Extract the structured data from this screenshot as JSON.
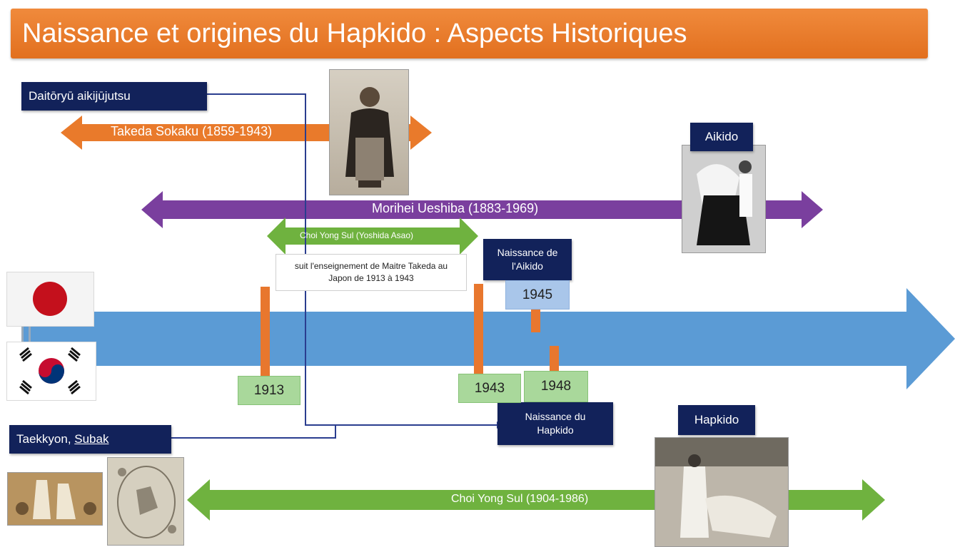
{
  "title": "Naissance et origines du Hapkido : Aspects Historiques",
  "labels": {
    "daito": "Daitōryū aikijūjutsu",
    "aikido": "Aikido",
    "taekkyon_prefix": "Taekkyon, ",
    "taekkyon_link": "Subak",
    "hapkido": "Hapkido",
    "naissance_aikido": "Naissance de l'Aikido",
    "naissance_hapkido": "Naissance du Hapkido"
  },
  "arrows": {
    "takeda": "Takeda Sokaku (1859-1943)",
    "ueshiba": "Morihei Ueshiba (1883-1969)",
    "choi_short": "Choi Yong Sul (Yoshida Asao)",
    "choi_long": "Choi Yong Sul (1904-1986)"
  },
  "note": "suit l'enseignement de Maitre Takeda au Japon de 1913 à 1943",
  "years": {
    "y1913": "1913",
    "y1943": "1943",
    "y1945": "1945",
    "y1948": "1948"
  },
  "colors": {
    "title_orange": "#e97a2b",
    "navy": "#12225a",
    "timeline_blue": "#5b9bd5",
    "purple": "#7a3f9e",
    "green": "#6fb23f",
    "marker_orange": "#e8772e"
  },
  "icons": [
    "japan-flag-icon",
    "korea-flag-icon"
  ]
}
